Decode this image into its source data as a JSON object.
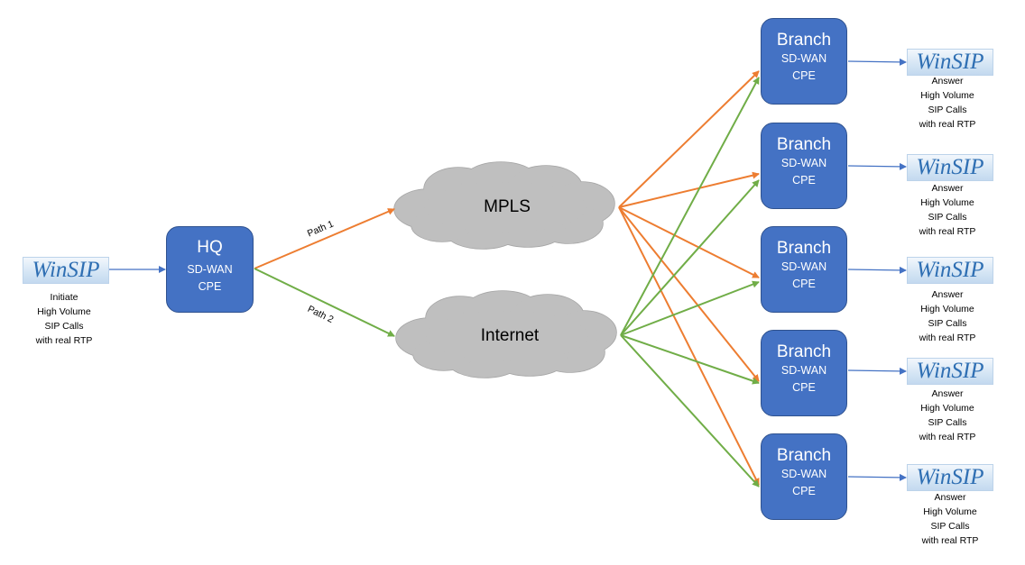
{
  "hq": {
    "title": "HQ",
    "line1": "SD-WAN",
    "line2": "CPE"
  },
  "clouds": {
    "mpls": "MPLS",
    "internet": "Internet"
  },
  "paths": {
    "path1": "Path 1",
    "path2": "Path 2"
  },
  "branch": {
    "title": "Branch",
    "line1": "SD-WAN",
    "line2": "CPE"
  },
  "winsip": {
    "logo_text": "WinSIP"
  },
  "caller": {
    "lines": [
      "Initiate",
      "High Volume",
      "SIP Calls",
      "with real RTP"
    ]
  },
  "answer": {
    "lines": [
      "Answer",
      "High Volume",
      "SIP Calls",
      "with real RTP"
    ]
  },
  "colors": {
    "box_fill": "#4472c4",
    "box_border": "#2f528f",
    "path_mpls": "#ed7d31",
    "path_internet": "#70ad47",
    "link_blue": "#4472c4",
    "cloud_fill": "#bfbfbf",
    "cloud_stroke": "#a6a6a6"
  }
}
